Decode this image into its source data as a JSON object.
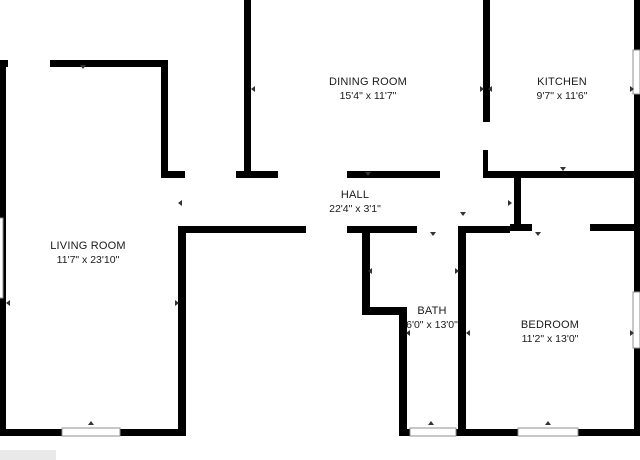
{
  "colors": {
    "wall": "#000000",
    "background": "#ffffff",
    "window": "#8f8f8f"
  },
  "rooms": {
    "living_room": {
      "name": "LIVING ROOM",
      "dims": "11'7\" x 23'10\""
    },
    "dining_room": {
      "name": "DINING ROOM",
      "dims": "15'4\" x 11'7\""
    },
    "kitchen": {
      "name": "KITCHEN",
      "dims": "9'7\" x 11'6\""
    },
    "hall": {
      "name": "HALL",
      "dims": "22'4\" x 3'1\""
    },
    "bath": {
      "name": "BATH",
      "dims": "6'0\" x 13'0\""
    },
    "bedroom": {
      "name": "BEDROOM",
      "dims": "11'2\" x 13'0\""
    }
  }
}
